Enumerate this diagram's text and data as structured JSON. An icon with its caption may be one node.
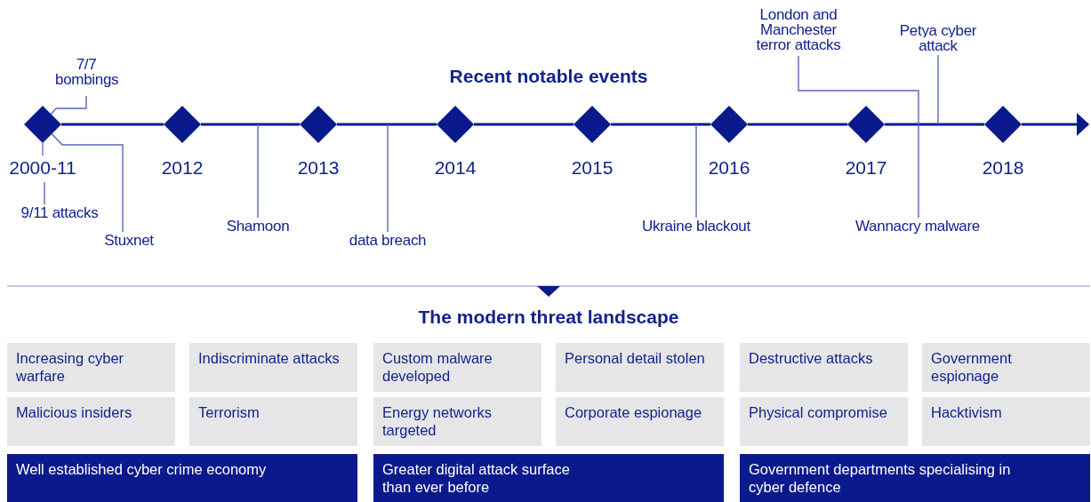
{
  "diagram": {
    "title": "Recent notable events",
    "nodes": [
      {
        "text": [],
        "shape": "diamond",
        "beside": [
          "2000-11"
        ]
      },
      {
        "text": [],
        "shape": "diamond",
        "beside": [
          "2012"
        ]
      },
      {
        "text": [],
        "shape": "diamond",
        "beside": [
          "2013"
        ]
      },
      {
        "text": [],
        "shape": "diamond",
        "beside": [
          "2014"
        ]
      },
      {
        "text": [],
        "shape": "diamond",
        "beside": [
          "2015"
        ]
      },
      {
        "text": [],
        "shape": "diamond",
        "beside": [
          "2016"
        ]
      },
      {
        "text": [],
        "shape": "diamond",
        "beside": [
          "2017"
        ]
      },
      {
        "text": [],
        "shape": "diamond",
        "beside": [
          "2018"
        ]
      },
      {
        "text": [
          "7/7 bombings"
        ]
      },
      {
        "text": [
          "London and Manchester terror attacks"
        ]
      },
      {
        "text": [
          "Petya cyber attack"
        ]
      },
      {
        "text": [
          "9/11 attacks"
        ]
      },
      {
        "text": [
          "Stuxnet"
        ]
      },
      {
        "text": [
          "Shamoon"
        ]
      },
      {
        "text": [
          "data breach"
        ]
      },
      {
        "text": [
          "Ukraine blackout"
        ]
      },
      {
        "text": [
          "Wannacry malware"
        ]
      },
      {
        "text": [
          "Increasing cyber warfare"
        ]
      },
      {
        "text": [
          "Indiscriminate attacks"
        ]
      },
      {
        "text": [
          "Custom malware developed"
        ]
      },
      {
        "text": [
          "Personal detail stolen"
        ]
      },
      {
        "text": [
          "Destructive attacks"
        ]
      },
      {
        "text": [
          "Government espionage"
        ]
      },
      {
        "text": [
          "Malicious insiders"
        ]
      },
      {
        "text": [
          "Terrorism"
        ]
      },
      {
        "text": [
          "Energy networks targeted"
        ]
      },
      {
        "text": [
          "Corporate espionage"
        ]
      },
      {
        "text": [
          "Physical compromise"
        ]
      },
      {
        "text": [
          "Hacktivism"
        ]
      },
      {
        "text": [
          "Well established cyber crime economy"
        ]
      },
      {
        "text": [
          "Greater digital attack surface than ever before"
        ]
      },
      {
        "text": [
          "Government departments specialising in cyber defence"
        ]
      }
    ],
    "edges": [
      {
        "from": 0,
        "to": 1,
        "arrow": "none"
      },
      {
        "from": 1,
        "to": 2,
        "arrow": "none"
      },
      {
        "from": 2,
        "to": 3,
        "arrow": "none"
      },
      {
        "from": 3,
        "to": 4,
        "arrow": "none"
      },
      {
        "from": 4,
        "to": 5,
        "arrow": "none"
      },
      {
        "from": 5,
        "to": 6,
        "arrow": "none"
      },
      {
        "from": 6,
        "to": 7,
        "arrow": "none"
      },
      {
        "from": 7,
        "to": null,
        "arrow": "to"
      },
      {
        "from": 8,
        "to": 0,
        "arrow": "none"
      },
      {
        "from": 9,
        "to": null,
        "arrow": "none"
      },
      {
        "from": 10,
        "to": null,
        "arrow": "none"
      },
      {
        "from": 11,
        "to": 0,
        "arrow": "none"
      },
      {
        "from": 12,
        "to": 0,
        "arrow": "none"
      },
      {
        "from": 13,
        "to": null,
        "arrow": "none"
      },
      {
        "from": 14,
        "to": null,
        "arrow": "none"
      },
      {
        "from": 15,
        "to": null,
        "arrow": "none"
      },
      {
        "from": 16,
        "to": null,
        "arrow": "none"
      }
    ],
    "labels": [
      "The modern threat landscape"
    ]
  }
}
